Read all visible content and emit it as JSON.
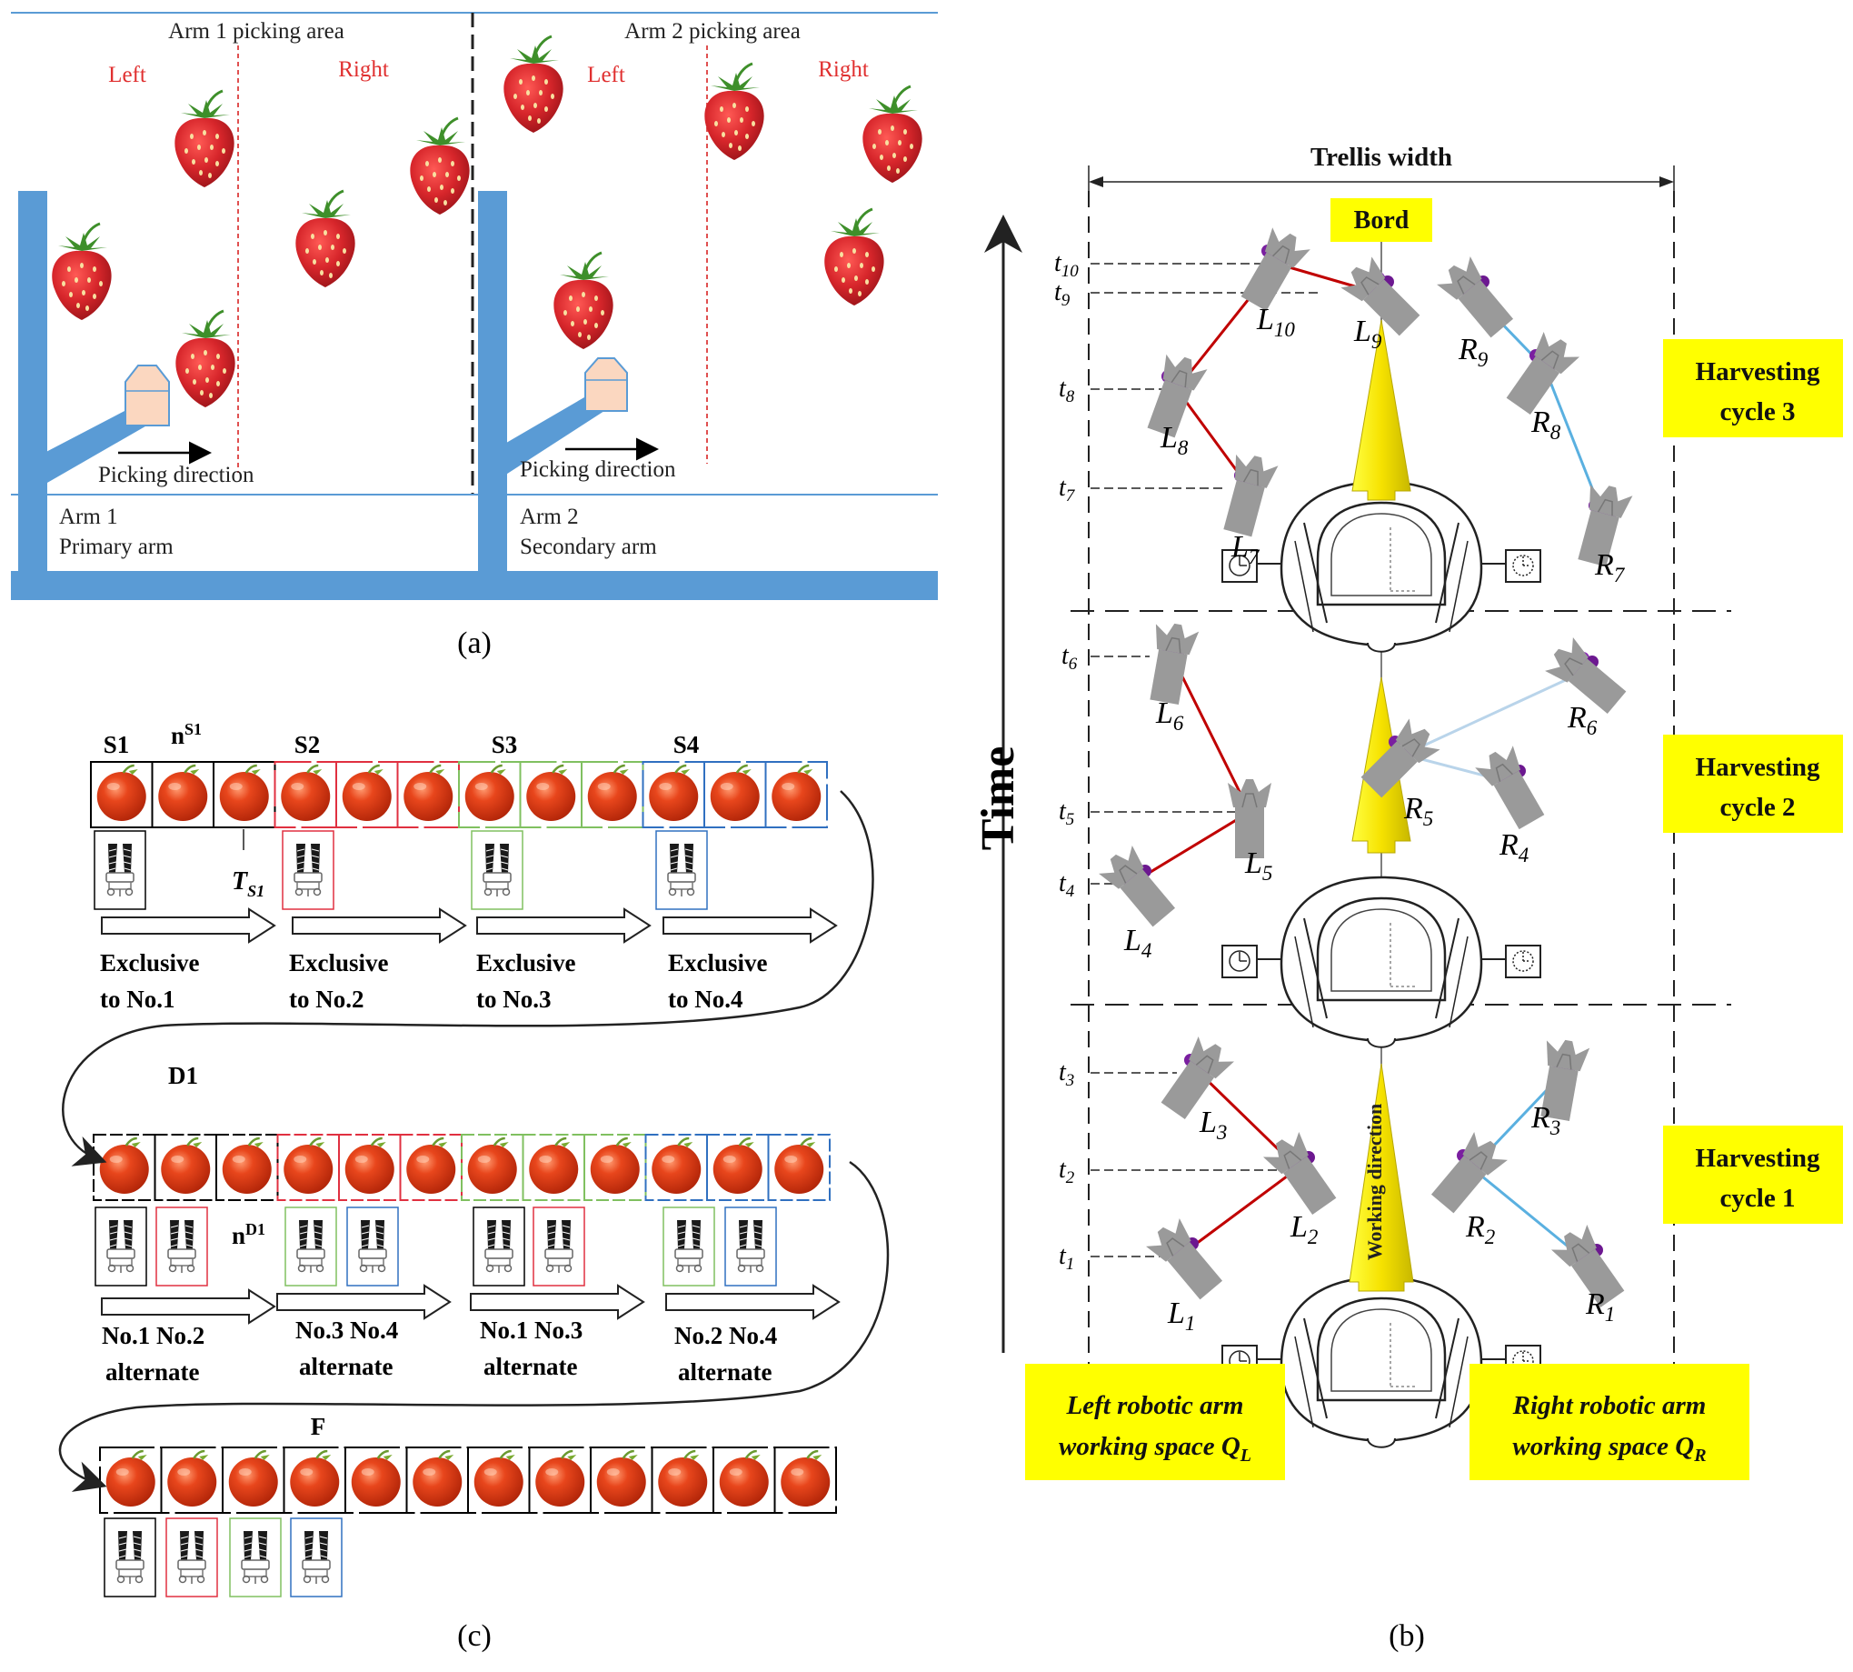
{
  "panel_a": {
    "caption": "(a)",
    "arm1_area_label": "Arm 1 picking area",
    "arm2_area_label": "Arm 2 picking area",
    "left_label": "Left",
    "right_label": "Right",
    "picking_direction": "Picking direction",
    "arm1_name": "Arm 1",
    "arm1_role": "Primary arm",
    "arm2_name": "Arm 2",
    "arm2_role": "Secondary arm",
    "colors": {
      "arm": "#5a9bd5",
      "divider": "#e05050",
      "strawberry": "#d7262b",
      "gripper": "#fbd7c0"
    }
  },
  "panel_b": {
    "caption": "(b)",
    "trellis_width": "Trellis width",
    "bord": "Bord",
    "time_axis": "Time",
    "working_direction": "Working direction",
    "cycles": [
      "Harvesting cycle 3",
      "Harvesting cycle 2",
      "Harvesting cycle 1"
    ],
    "left_space": "Left robotic arm working space Q",
    "left_space_sub": "L",
    "right_space": "Right robotic arm working space Q",
    "right_space_sub": "R",
    "time_ticks": [
      "t10",
      "t9",
      "t8",
      "t7",
      "t6",
      "t5",
      "t4",
      "t3",
      "t2",
      "t1"
    ],
    "left_targets": [
      "L1",
      "L2",
      "L3",
      "L4",
      "L5",
      "L6",
      "L7",
      "L8",
      "L9",
      "L10"
    ],
    "right_targets": [
      "R1",
      "R2",
      "R3",
      "R4",
      "R5",
      "R6",
      "R7",
      "R8",
      "R9"
    ],
    "colors": {
      "label_bg": "#ffff00",
      "left_path": "#c00000",
      "right_path": "#5ab0e0",
      "grape": "#7a1fa0",
      "gripper": "#9a9a9a"
    }
  },
  "panel_c": {
    "caption": "(c)",
    "stages_row1": [
      "S1",
      "S2",
      "S3",
      "S4"
    ],
    "n_s1": "n",
    "n_s1_sup": "S1",
    "t_s1": "T",
    "t_s1_sub": "S1",
    "exclusive": [
      {
        "line1": "Exclusive",
        "line2": "to No.1"
      },
      {
        "line1": "Exclusive",
        "line2": "to No.2"
      },
      {
        "line1": "Exclusive",
        "line2": "to No.3"
      },
      {
        "line1": "Exclusive",
        "line2": "to No.4"
      }
    ],
    "d1": "D1",
    "n_d1": "n",
    "n_d1_sup": "D1",
    "alternate": [
      {
        "line1": "No.1 No.2",
        "line2": "alternate"
      },
      {
        "line1": "No.3 No.4",
        "line2": "alternate"
      },
      {
        "line1": "No.1 No.3",
        "line2": "alternate"
      },
      {
        "line1": "No.2 No.4",
        "line2": "alternate"
      }
    ],
    "f": "F",
    "colors": {
      "no1": "#000000",
      "no2": "#e03040",
      "no3": "#80c060",
      "no4": "#3070c0",
      "tomato": "#e0401a"
    }
  }
}
